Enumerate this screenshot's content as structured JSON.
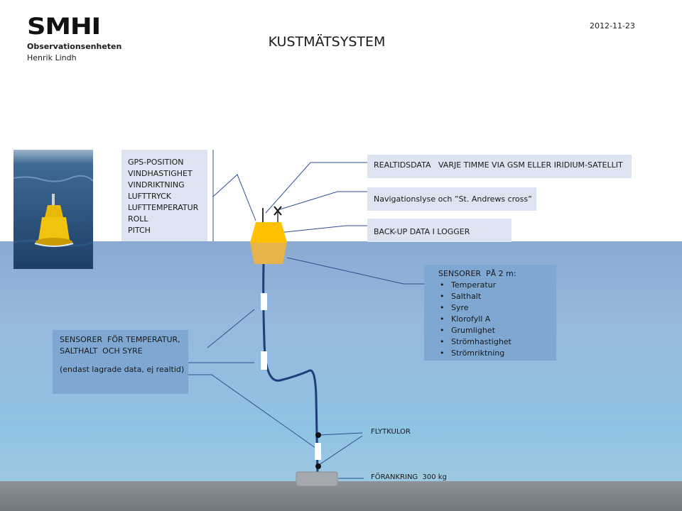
{
  "header": {
    "logo_text": "SMHI",
    "org": "Observationsenheten",
    "person": "Henrik Lindh",
    "date": "2012-11-23",
    "title": "KUSTMÄTSYSTEM"
  },
  "boxes": {
    "surface_sensors": [
      "GPS-POSITION",
      "VINDHASTIGHET",
      "VINDRIKTNING",
      "LUFTTRYCK",
      "LUFTTEMPERATUR",
      "ROLL",
      "PITCH"
    ],
    "realtime": "REALTIDSDATA   VARJE TIMME VIA GSM ELLER IRIDIUM-SATELLIT",
    "navigation": "Navigationslyse och ”St. Andrews cross”",
    "backup": "BACK-UP DATA I LOGGER",
    "sensors_2m_title": "SENSORER  PÅ 2 m:",
    "sensors_2m": [
      "Temperatur",
      "Salthalt",
      "Syre",
      "Klorofyll A",
      "Grumlighet",
      "Strömhastighet",
      "Strömriktning"
    ],
    "deep_sensors_line1": "SENSORER  FÖR TEMPERATUR,",
    "deep_sensors_line2": "SALTHALT  OCH SYRE",
    "deep_sensors_note": "(endast lagrade data, ej realtid)"
  },
  "labels": {
    "floats": "FLYTKULOR",
    "anchor": "FÖRANKRING  300 kg"
  },
  "colors": {
    "buoy": "#ffc000",
    "box_light": "#dbe4f0",
    "box_dark": "#7ea7d2",
    "line": "#2f4f8f"
  },
  "icons": {
    "buoy_photo": "buoy-photo",
    "cross": "st-andrews-cross-icon"
  }
}
